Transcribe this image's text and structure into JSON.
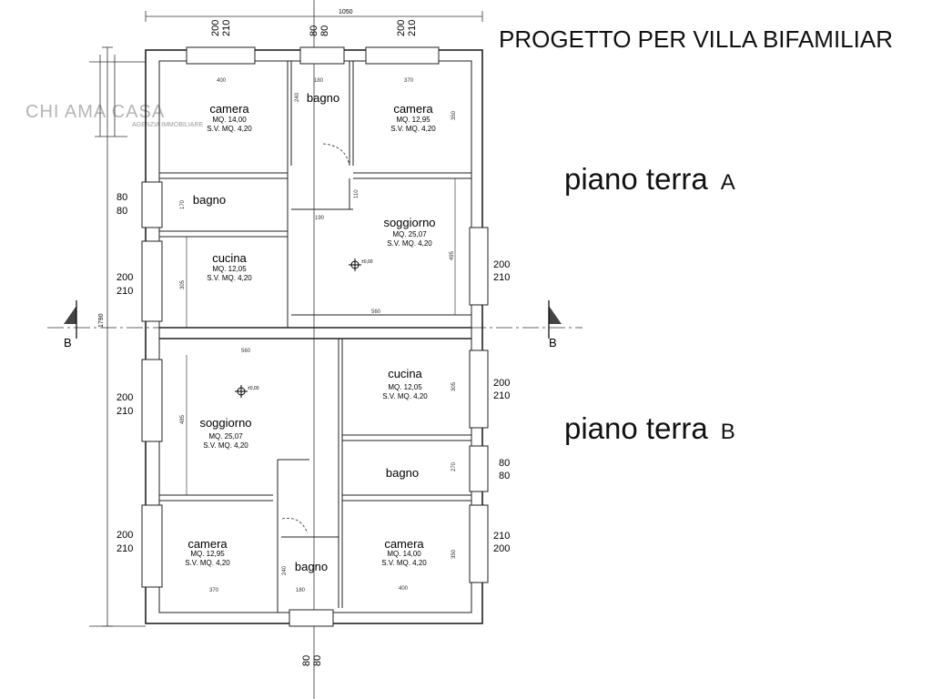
{
  "title": "PROGETTO PER VILLA BIFAMILIAR",
  "watermark": {
    "name": "CHI AMA CASA",
    "tagline": "AGENZIA IMMOBILIARE"
  },
  "levels": [
    {
      "label": "piano terra",
      "letter": "A"
    },
    {
      "label": "piano terra",
      "letter": "B"
    }
  ],
  "section_marker": "B",
  "overall_dims": {
    "width": "1050",
    "height": "1790"
  },
  "rooms": [
    {
      "id": "camera-a1",
      "name": "camera",
      "area": "MQ. 14,00",
      "sv": "S.V. MQ. 4,20"
    },
    {
      "id": "bagno-a1",
      "name": "bagno"
    },
    {
      "id": "camera-a2",
      "name": "camera",
      "area": "MQ. 12,95",
      "sv": "S.V. MQ. 4,20"
    },
    {
      "id": "bagno-a2",
      "name": "bagno"
    },
    {
      "id": "soggiorno-a",
      "name": "soggiorno",
      "area": "MQ. 25,07",
      "sv": "S.V. MQ. 4,20"
    },
    {
      "id": "cucina-a",
      "name": "cucina",
      "area": "MQ. 12,05",
      "sv": "S.V. MQ. 4,20"
    },
    {
      "id": "soggiorno-b",
      "name": "soggiorno",
      "area": "MQ. 25,07",
      "sv": "S.V. MQ. 4,20"
    },
    {
      "id": "cucina-b",
      "name": "cucina",
      "area": "MQ. 12,05",
      "sv": "S.V. MQ. 4,20"
    },
    {
      "id": "bagno-b1",
      "name": "bagno"
    },
    {
      "id": "camera-b1",
      "name": "camera",
      "area": "MQ. 12,95",
      "sv": "S.V. MQ. 4,20"
    },
    {
      "id": "bagno-b2",
      "name": "bagno"
    },
    {
      "id": "camera-b2",
      "name": "camera",
      "area": "MQ. 14,00",
      "sv": "S.V. MQ. 4,20"
    }
  ],
  "openings": [
    {
      "id": "top-left",
      "top": "200",
      "bottom": "210"
    },
    {
      "id": "top-mid",
      "top": "80",
      "bottom": "80"
    },
    {
      "id": "top-right",
      "top": "200",
      "bottom": "210"
    },
    {
      "id": "left-bagno",
      "top": "80",
      "bottom": "80"
    },
    {
      "id": "left-cucina",
      "top": "200",
      "bottom": "210"
    },
    {
      "id": "right-soggiorno",
      "top": "200",
      "bottom": "210"
    },
    {
      "id": "left-soggiorno",
      "top": "200",
      "bottom": "210"
    },
    {
      "id": "right-cucina",
      "top": "200",
      "bottom": "210"
    },
    {
      "id": "right-bagno",
      "top": "80",
      "bottom": "80"
    },
    {
      "id": "left-camera",
      "top": "200",
      "bottom": "210"
    },
    {
      "id": "right-camera",
      "top": "210",
      "bottom": "200"
    },
    {
      "id": "bottom-mid",
      "top": "80",
      "bottom": "80"
    }
  ],
  "inner_dims": [
    {
      "id": "w-camera-a1",
      "value": "400"
    },
    {
      "id": "w-bagno-a1",
      "value": "180"
    },
    {
      "id": "w-camera-a2",
      "value": "370"
    },
    {
      "id": "h-camera-a2",
      "value": "350"
    },
    {
      "id": "h-bagno-a1",
      "value": "240"
    },
    {
      "id": "h-bagno-a2",
      "value": "170"
    },
    {
      "id": "w-rip-a",
      "value": "190"
    },
    {
      "id": "h-rip-a",
      "value": "110"
    },
    {
      "id": "h-soggiorno-a",
      "value": "495"
    },
    {
      "id": "h-cucina-a",
      "value": "305"
    },
    {
      "id": "w-soggiorno-a",
      "value": "560"
    },
    {
      "id": "w-soggiorno-b",
      "value": "560"
    },
    {
      "id": "h-soggiorno-b",
      "value": "485"
    },
    {
      "id": "h-cucina-b",
      "value": "305"
    },
    {
      "id": "h-bagno-b1",
      "value": "270"
    },
    {
      "id": "h-bagno-b2",
      "value": "240"
    },
    {
      "id": "w-bagno-b2",
      "value": "180"
    },
    {
      "id": "w-camera-b1",
      "value": "370"
    },
    {
      "id": "w-camera-b2",
      "value": "400"
    },
    {
      "id": "h-camera-b2",
      "value": "350"
    }
  ],
  "levels_marks": [
    {
      "id": "level-a",
      "value": "±0,00"
    },
    {
      "id": "level-b",
      "value": "±0,00"
    }
  ]
}
